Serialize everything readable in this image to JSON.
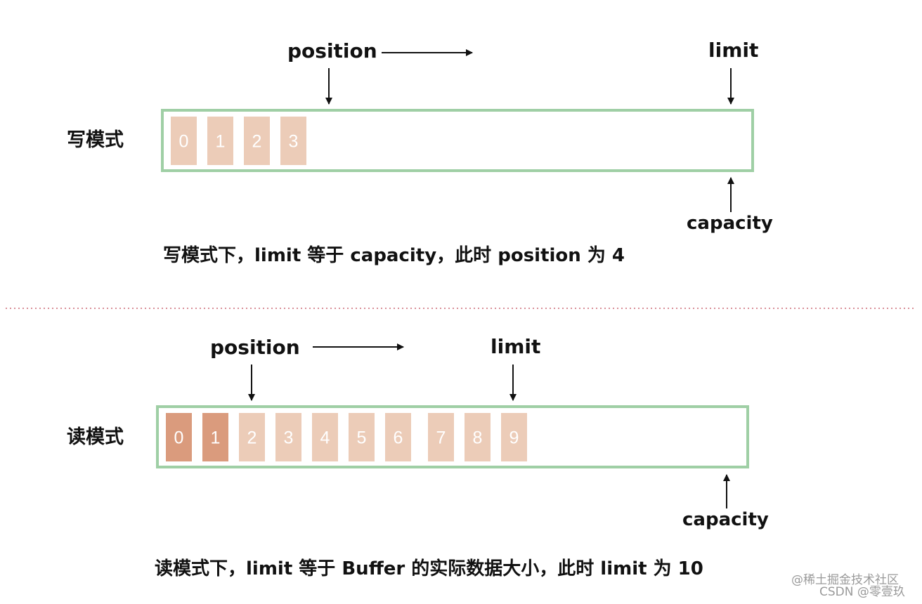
{
  "colors": {
    "frame": "#9fcfa5",
    "cell_light": "#ecccb8",
    "cell_dark": "#da9b7d",
    "divider": "#d98e97",
    "arrow": "#111111"
  },
  "write": {
    "mode_label": "写模式",
    "position_label": "position",
    "limit_label": "limit",
    "capacity_label": "capacity",
    "caption": "写模式下，limit 等于 capacity，此时 position 为 4",
    "cells": [
      {
        "label": "0",
        "tone": "light"
      },
      {
        "label": "1",
        "tone": "light"
      },
      {
        "label": "2",
        "tone": "light"
      },
      {
        "label": "3",
        "tone": "light"
      }
    ]
  },
  "read": {
    "mode_label": "读模式",
    "position_label": "position",
    "limit_label": "limit",
    "capacity_label": "capacity",
    "caption": "读模式下，limit 等于 Buffer 的实际数据大小，此时 limit 为 10",
    "cells": [
      {
        "label": "0",
        "tone": "dark"
      },
      {
        "label": "1",
        "tone": "dark"
      },
      {
        "label": "2",
        "tone": "light"
      },
      {
        "label": "3",
        "tone": "light"
      },
      {
        "label": "4",
        "tone": "light"
      },
      {
        "label": "5",
        "tone": "light"
      },
      {
        "label": "6",
        "tone": "light"
      },
      {
        "label": "7",
        "tone": "light"
      },
      {
        "label": "8",
        "tone": "light"
      },
      {
        "label": "9",
        "tone": "light"
      }
    ]
  },
  "watermark": {
    "line1": "@稀土掘金技术社区",
    "line2": "CSDN @零壹玖"
  }
}
